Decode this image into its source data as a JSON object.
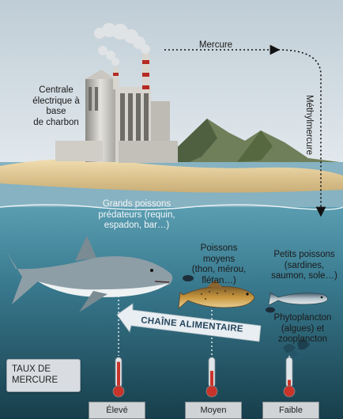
{
  "labels": {
    "power_plant": [
      "Centrale",
      "électrique à base",
      "de charbon"
    ],
    "mercury": "Mercure",
    "methylmercury": "Méthylmercure",
    "large_predators": [
      "Grands poissons",
      "prédateurs (requin,",
      "espadon, bar…)"
    ],
    "medium_fish": [
      "Poissons moyens",
      "(thon, mérou,",
      "flétan…)"
    ],
    "small_fish": [
      "Petits poissons",
      "(sardines,",
      "saumon, sole…)"
    ],
    "plankton": [
      "Phytoplancton",
      "(algues) et",
      "zooplancton"
    ],
    "food_chain": "CHAÎNE ALIMENTAIRE",
    "legend": [
      "TAUX DE",
      "MERCURE"
    ]
  },
  "levels": [
    {
      "label": "Élevé",
      "fill": 0.85
    },
    {
      "label": "Moyen",
      "fill": 0.55
    },
    {
      "label": "Faible",
      "fill": 0.25
    }
  ],
  "colors": {
    "sky": "#c9d6de",
    "water_top": "#3d7c92",
    "water_bottom": "#1c4654",
    "sand": "#e6cf9a",
    "thermometer_red": "#c9342a"
  },
  "icons": [
    "power-plant-icon",
    "smokestack-icon",
    "mountain-icon",
    "shark-icon",
    "trout-icon",
    "sardine-icon",
    "plankton-icon",
    "thermometer-icon",
    "left-arrow-icon",
    "dotted-arrow-icon"
  ]
}
